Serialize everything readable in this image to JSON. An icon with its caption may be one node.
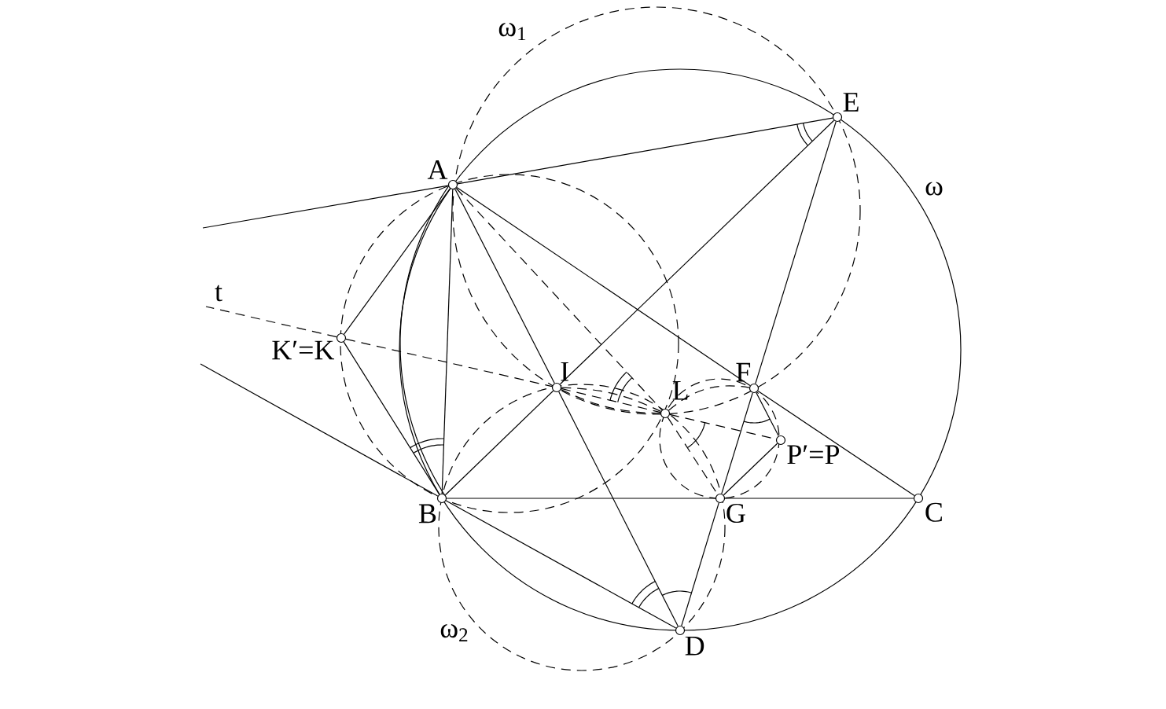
{
  "diagram": {
    "nodes": [
      {
        "text": [
          "A"
        ]
      },
      {
        "text": [
          "E"
        ]
      },
      {
        "text": [
          "B"
        ]
      },
      {
        "text": [
          "C"
        ]
      },
      {
        "text": [
          "D"
        ]
      },
      {
        "text": [
          "G"
        ]
      },
      {
        "text": [
          "F"
        ]
      },
      {
        "text": [
          "I"
        ]
      },
      {
        "text": [
          "L"
        ]
      },
      {
        "text": [
          "K′=K"
        ]
      },
      {
        "text": [
          "P′=P"
        ]
      }
    ],
    "edges": [
      {
        "from": 0,
        "to": null,
        "arrow": "none"
      },
      {
        "from": 0,
        "to": 1,
        "arrow": "none"
      },
      {
        "from": 0,
        "to": 2,
        "arrow": "none"
      },
      {
        "from": 0,
        "to": 9,
        "arrow": "none"
      },
      {
        "from": 9,
        "to": 2,
        "arrow": "none"
      },
      {
        "from": 0,
        "to": 7,
        "arrow": "none"
      },
      {
        "from": 7,
        "to": 4,
        "arrow": "none"
      },
      {
        "from": 0,
        "to": 6,
        "arrow": "none"
      },
      {
        "from": 6,
        "to": 3,
        "arrow": "none"
      },
      {
        "from": 2,
        "to": 7,
        "arrow": "none"
      },
      {
        "from": 7,
        "to": 1,
        "arrow": "none"
      },
      {
        "from": 2,
        "to": 5,
        "arrow": "none"
      },
      {
        "from": 5,
        "to": 3,
        "arrow": "none"
      },
      {
        "from": 2,
        "to": 4,
        "arrow": "none"
      },
      {
        "from": 4,
        "to": 5,
        "arrow": "none"
      },
      {
        "from": 5,
        "to": 6,
        "arrow": "none"
      },
      {
        "from": 6,
        "to": 1,
        "arrow": "none"
      },
      {
        "from": 6,
        "to": 10,
        "arrow": "none"
      },
      {
        "from": 10,
        "to": 5,
        "arrow": "none"
      },
      {
        "from": 2,
        "to": null,
        "arrow": "none"
      },
      {
        "from": 9,
        "to": null,
        "arrow": "none",
        "style": "dashed"
      },
      {
        "from": 9,
        "to": 7,
        "arrow": "none",
        "style": "dashed"
      },
      {
        "from": 7,
        "to": 8,
        "arrow": "none",
        "style": "dashed"
      },
      {
        "from": 0,
        "to": 8,
        "arrow": "none",
        "style": "dashed"
      },
      {
        "from": 8,
        "to": 6,
        "arrow": "none",
        "style": "dashed"
      },
      {
        "from": 8,
        "to": 10,
        "arrow": "none",
        "style": "dashed"
      },
      {
        "from": 8,
        "to": 5,
        "arrow": "none",
        "style": "dashed"
      },
      {
        "from": 7,
        "to": 8,
        "arrow": "none",
        "style": "dashed"
      },
      {
        "from": 7,
        "to": 8,
        "arrow": "none",
        "style": "dashed"
      }
    ],
    "labels": [
      "ω$_{1}$",
      "ω",
      "t",
      "ω$_{2}$"
    ]
  }
}
